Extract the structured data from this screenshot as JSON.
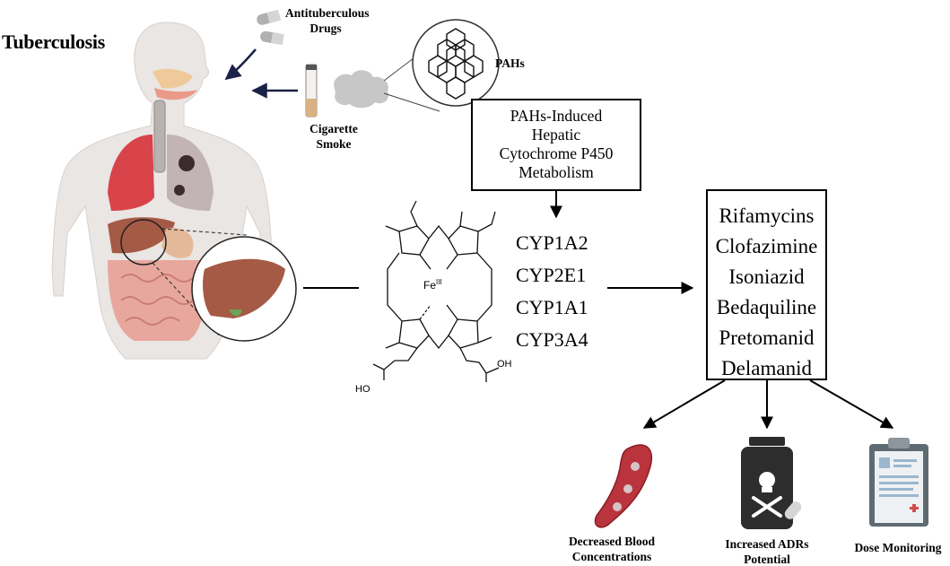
{
  "title": "Tuberculosis",
  "labels": {
    "drugs": "Antituberculous Drugs",
    "pahs": "PAHs",
    "smoke": "Cigarette Smoke",
    "metabolism": [
      "PAHs-Induced",
      "Hepatic",
      "Cytochrome P450",
      "Metabolism"
    ],
    "fe": "Fe",
    "fe_sup": "III",
    "oh1": "HO",
    "oh2": "OH"
  },
  "cyp_enzymes": [
    "CYP1A2",
    "CYP2E1",
    "CYP1A1",
    "CYP3A4"
  ],
  "tb_drugs": [
    "Rifamycins",
    "Clofazimine",
    "Isoniazid",
    "Bedaquiline",
    "Pretomanid",
    "Delamanid"
  ],
  "outcomes": [
    {
      "label": "Decreased Blood Concentrations"
    },
    {
      "label": "Increased ADRs Potential"
    },
    {
      "label": "Dose Monitoring"
    }
  ],
  "colors": {
    "skin": "#e9e6e4",
    "lung_red": "#d9434a",
    "lung_gray": "#c2b3b5",
    "liver": "#a55a45",
    "intestine": "#e8a79d",
    "vessel": "#b9343c",
    "bottle": "#2d2d2d",
    "clipboard": "#5f6b73"
  }
}
